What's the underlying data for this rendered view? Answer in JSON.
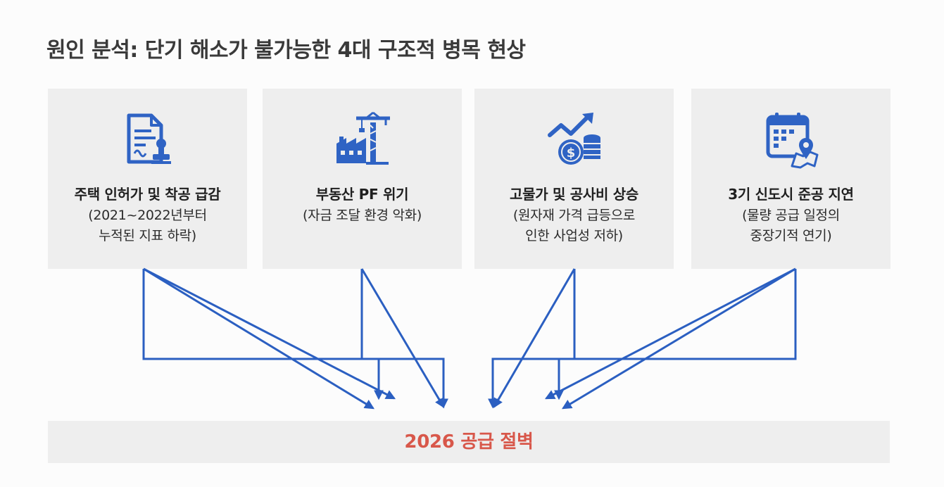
{
  "title": "원인 분석: 단기 해소가 불가능한 4대 구조적 병목 현상",
  "causes": [
    {
      "icon": "document-stamp-icon",
      "heading": "주택 인허가 및 착공 급감",
      "sub": [
        "(2021~2022년부터",
        "누적된 지표 하락)"
      ]
    },
    {
      "icon": "factory-crane-icon",
      "heading": "부동산 PF 위기",
      "sub": [
        "(자금 조달 환경 악화)"
      ]
    },
    {
      "icon": "rising-cost-coins-icon",
      "heading": "고물가 및 공사비 상승",
      "sub": [
        "(원자재 가격 급등으로",
        "인한 사업성 저하)"
      ]
    },
    {
      "icon": "calendar-map-pin-icon",
      "heading": "3기 신도시 준공 지연",
      "sub": [
        "(물량 공급 일정의",
        "중장기적 연기)"
      ]
    }
  ],
  "result": "2026 공급 절벽",
  "colors": {
    "icon_blue": "#2f63c4",
    "arrow_blue": "#2b5fc1",
    "result_red": "#d8574a",
    "card_bg": "#eeeeee"
  }
}
